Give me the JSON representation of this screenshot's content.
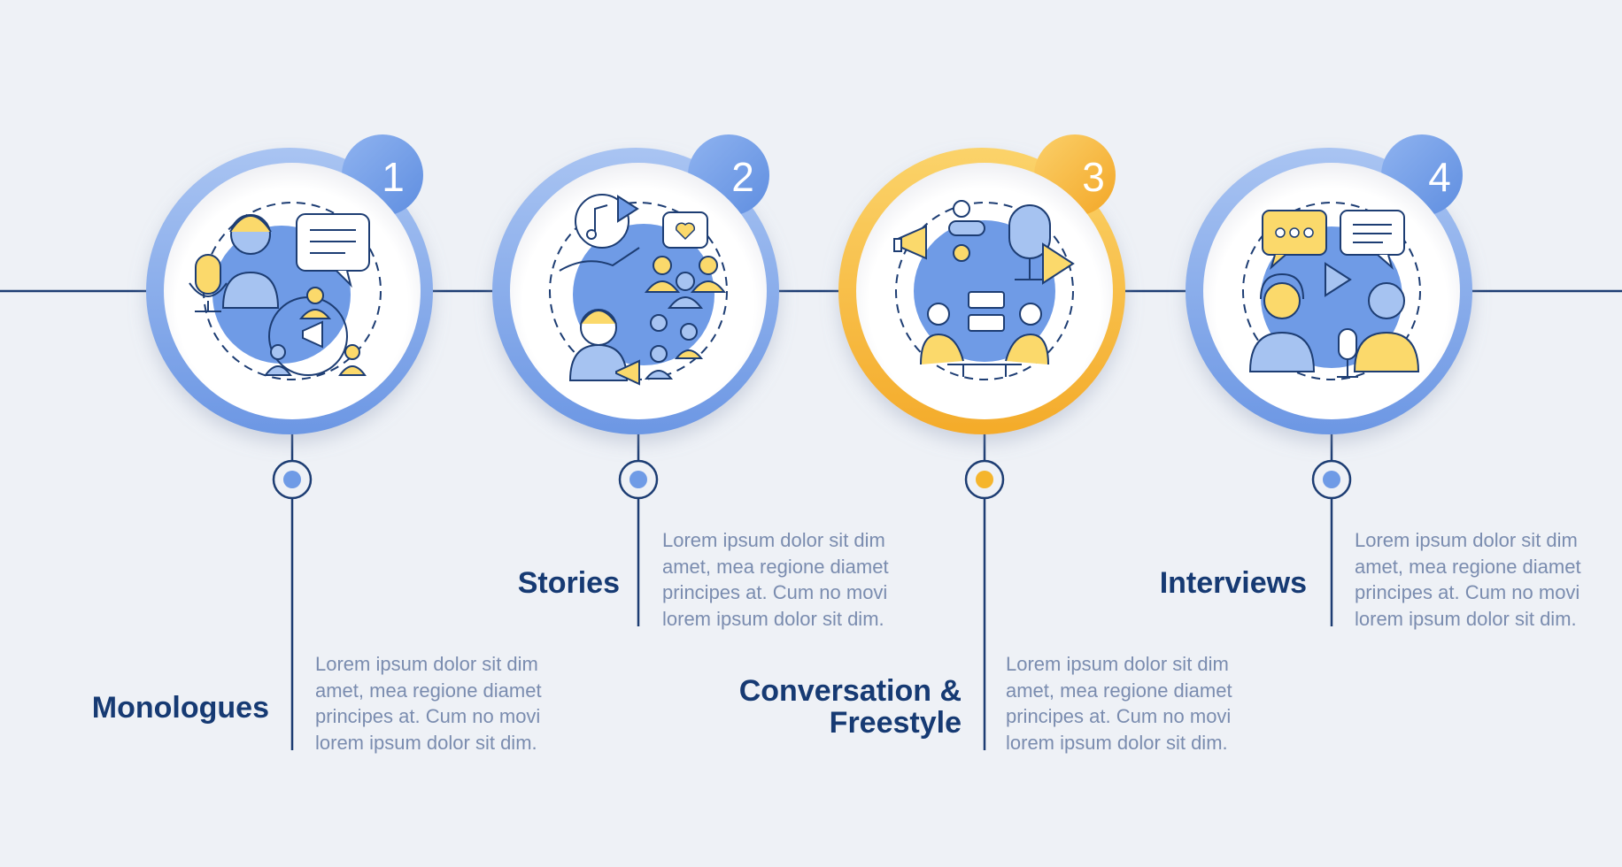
{
  "colors": {
    "background": "#eef1f6",
    "line": "#1d3d73",
    "blue": "#6f9be6",
    "blue_light": "#a6c3f1",
    "orange": "#f5b52c",
    "yellow_light": "#fbd96b",
    "title": "#163a73",
    "text": "#7a8caf"
  },
  "steps": [
    {
      "number": "1",
      "title_lines": [
        "Monologues"
      ],
      "desc_lines": [
        "Lorem ipsum dolor sit dim",
        "amet, mea regione diamet",
        "principes at. Cum no movi",
        "lorem ipsum dolor sit dim."
      ],
      "accent": "blue",
      "icon": "podcast-host-with-audience-icon"
    },
    {
      "number": "2",
      "title_lines": [
        "Stories"
      ],
      "desc_lines": [
        "Lorem ipsum dolor sit dim",
        "amet, mea regione diamet",
        "principes at. Cum no movi",
        "lorem ipsum dolor sit dim."
      ],
      "accent": "blue",
      "icon": "storyteller-with-audience-icon"
    },
    {
      "number": "3",
      "title_lines": [
        "Conversation &",
        "Freestyle"
      ],
      "desc_lines": [
        "Lorem ipsum dolor sit dim",
        "amet, mea regione diamet",
        "principes at. Cum no movi",
        "lorem ipsum dolor sit dim."
      ],
      "accent": "orange",
      "icon": "conversation-microphone-icon"
    },
    {
      "number": "4",
      "title_lines": [
        "Interviews"
      ],
      "desc_lines": [
        "Lorem ipsum dolor sit dim",
        "amet, mea regione diamet",
        "principes at. Cum no movi",
        "lorem ipsum dolor sit dim."
      ],
      "accent": "blue",
      "icon": "interview-two-people-icon"
    }
  ]
}
